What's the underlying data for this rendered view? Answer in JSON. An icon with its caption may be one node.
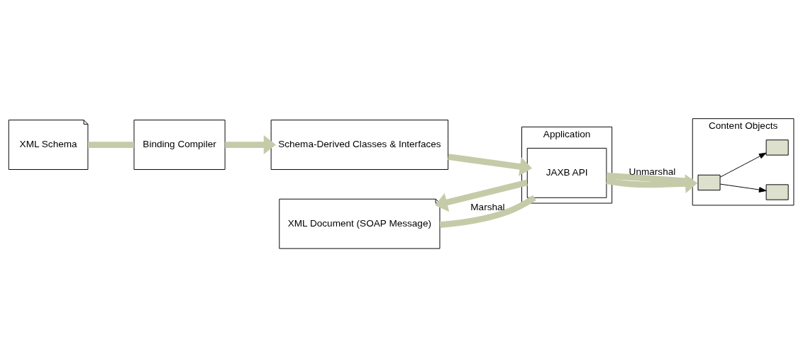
{
  "diagram": {
    "nodes": [
      {
        "text": [
          "XML Schema"
        ]
      },
      {
        "text": [
          "Binding Compiler"
        ]
      },
      {
        "text": [
          "Schema-Derived Classes & Interfaces"
        ]
      },
      {
        "text": [
          "Application"
        ]
      },
      {
        "text": [
          "XML Document (SOAP Message)"
        ]
      },
      {
        "text": [
          "JAXB API"
        ],
        "in": 3
      },
      {
        "text": [
          "Content Objects"
        ]
      },
      {
        "text": [],
        "shape": "box",
        "in": 6
      },
      {
        "text": [],
        "shape": "box",
        "in": 6
      },
      {
        "text": [],
        "shape": "box",
        "in": 6
      }
    ],
    "edges": [
      {
        "from": 0,
        "to": 1,
        "arrow": "none"
      },
      {
        "from": 1,
        "to": 2,
        "arrow": "to"
      },
      {
        "from": 2,
        "to": 5,
        "arrow": "to"
      },
      {
        "from": 6,
        "to": 5,
        "arrow": "none",
        "label": "Unmarshal"
      },
      {
        "from": 5,
        "to": 4,
        "arrow": "to"
      },
      {
        "from": 4,
        "to": 5,
        "arrow": "none",
        "label": "Marshal"
      },
      {
        "from": 5,
        "to": 6,
        "arrow": "to"
      },
      {
        "from": 7,
        "to": 8,
        "arrow": "to",
        "color": "#000000"
      },
      {
        "from": 7,
        "to": 9,
        "arrow": "to",
        "color": "#000000"
      }
    ]
  }
}
